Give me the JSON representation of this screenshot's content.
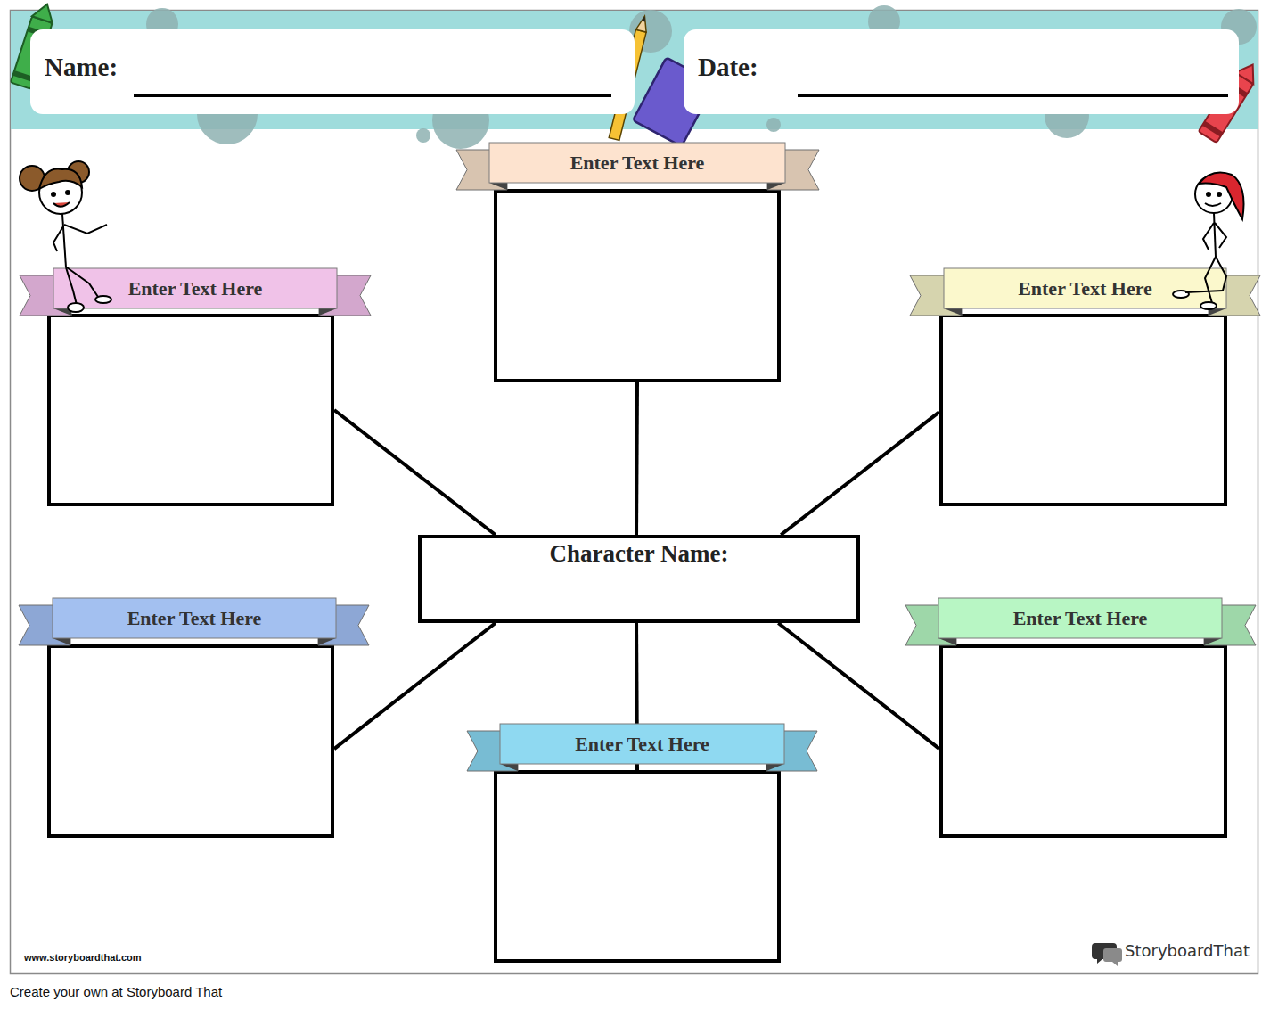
{
  "diagram": {
    "nodes": [
      {
        "text": [
          "Name:"
        ]
      },
      {
        "text": [
          "Date:"
        ]
      },
      {
        "text": [
          "Enter Text Here"
        ]
      },
      {
        "text": [
          "Enter Text Here"
        ]
      },
      {
        "text": [
          "Enter Text Here"
        ]
      },
      {
        "text": [
          "Character Name:"
        ]
      },
      {
        "text": [
          "Enter Text Here"
        ]
      },
      {
        "text": [
          "Enter Text Here"
        ]
      },
      {
        "text": [
          "Enter Text Here"
        ]
      }
    ],
    "edges": [
      {
        "from": 5,
        "to": 2,
        "arrow": "none"
      },
      {
        "from": 5,
        "to": 3,
        "arrow": "none"
      },
      {
        "from": 5,
        "to": 4,
        "arrow": "none"
      },
      {
        "from": 5,
        "to": 6,
        "arrow": "none"
      },
      {
        "from": 5,
        "to": 7,
        "arrow": "none"
      },
      {
        "from": 5,
        "to": 8,
        "arrow": "none"
      }
    ],
    "labels": [
      "www.storyboardthat.com",
      "StoryboardThat",
      "Create your own at Storyboard That"
    ]
  }
}
